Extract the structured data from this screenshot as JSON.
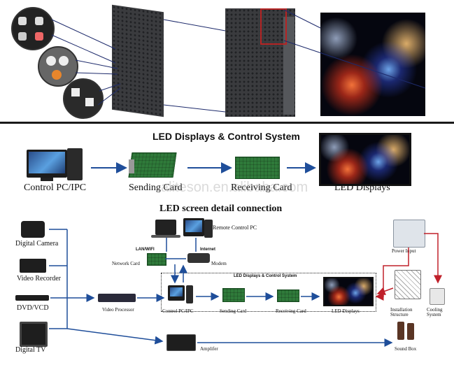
{
  "top_diagram": {
    "title": "LED Displays & Control System",
    "nodes": [
      "Control PC/IPC",
      "Sending Card",
      "Receiving Card",
      "LED Displays"
    ]
  },
  "watermark": "aliteson.en.alibaba.com",
  "bottom_diagram": {
    "title": "LED screen detail connection",
    "sources": [
      "Digital Camera",
      "Video Recorder",
      "DVD/VCD",
      "Digital TV"
    ],
    "network": {
      "remote": "Remote Control PC",
      "lan_wifi": "LAN/WIFI",
      "internet": "Internet",
      "network_card": "Network Card",
      "modem": "Modem"
    },
    "inner_system_title": "LED Displays & Control System",
    "chain": [
      "Video Processor",
      "Control PC/IPC",
      "Sending Card",
      "Receiving Card",
      "LED Displays"
    ],
    "amplifier": "Amplifer",
    "sound_box": "Sound Box",
    "right_side": [
      "Power Input",
      "Installation Structure",
      "Cooling System"
    ]
  },
  "colors": {
    "arrow_blue": "#1f4e9a",
    "arrow_red": "#c0202a",
    "divider": "#1a1a1a"
  }
}
